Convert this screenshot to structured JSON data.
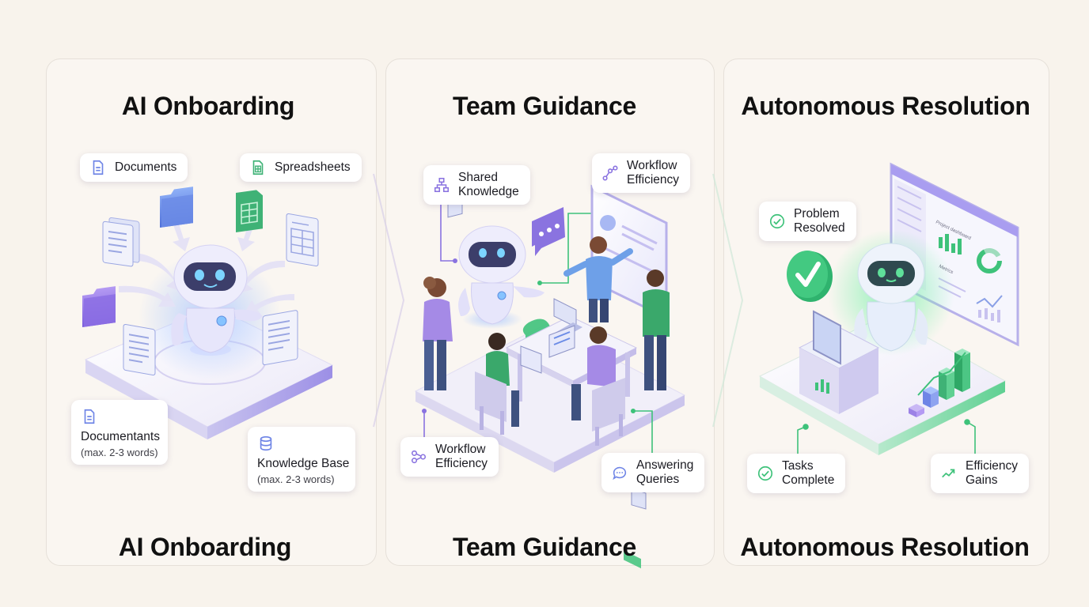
{
  "panels": [
    {
      "title_top": "AI Onboarding",
      "title_bottom": "AI Onboarding",
      "callouts": {
        "documents": "Documents",
        "spreadsheets": "Spreadsheets",
        "documentants": "Documentants",
        "documentants_sub": "(max. 2-3 words)",
        "knowledge_base": "Knowledge Base",
        "knowledge_base_sub": "(max. 2-3 words)"
      },
      "icons": [
        "document-icon",
        "spreadsheet-icon",
        "database-icon",
        "folder-icon",
        "robot-icon"
      ]
    },
    {
      "title_top": "Team Guidance",
      "title_bottom": "Team Guidance",
      "callouts": {
        "shared_knowledge_1": "Shared",
        "shared_knowledge_2": "Knowledge",
        "workflow_top_1": "Workflow",
        "workflow_top_2": "Efficiency",
        "workflow_bottom_1": "Workflow",
        "workflow_bottom_2": "Efficiency",
        "answering_1": "Answering",
        "answering_2": "Queries"
      },
      "icons": [
        "hierarchy-icon",
        "workflow-icon",
        "chat-bubble-icon",
        "robot-icon",
        "laptop-icon"
      ]
    },
    {
      "title_top": "Autonomous Resolution",
      "title_bottom": "Autonomous Resolution",
      "callouts": {
        "problem_1": "Problem",
        "problem_2": "Resolved",
        "tasks_1": "Tasks",
        "tasks_2": "Complete",
        "efficiency_1": "Efficiency",
        "efficiency_2": "Gains"
      },
      "dashboard": {
        "header": "Project dashboard",
        "metrics_label": "Metrics"
      },
      "icons": [
        "check-circle-icon",
        "trend-up-icon",
        "dashboard-icon",
        "robot-icon",
        "monitor-icon"
      ]
    }
  ],
  "colors": {
    "background": "#f8f3ec",
    "robot_body": "#e7e6fb",
    "robot_visor": "#3c3e6a",
    "purple_accent": "#8a73e0",
    "green_accent": "#3ec27a",
    "blue_doc": "#6f85e6",
    "sheet_green": "#3fb276"
  }
}
